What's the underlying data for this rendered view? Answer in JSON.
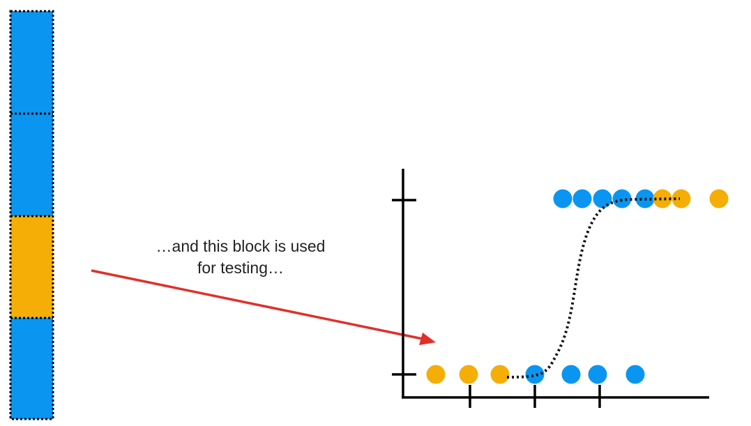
{
  "colors": {
    "blue": "#0a96f0",
    "orange": "#f5ae05",
    "axis": "#000000",
    "arrow": "#e0302a",
    "text": "#222222"
  },
  "blocks": [
    {
      "role": "train",
      "color": "blue"
    },
    {
      "role": "train",
      "color": "blue"
    },
    {
      "role": "test",
      "color": "orange"
    },
    {
      "role": "train",
      "color": "blue"
    }
  ],
  "annotation": {
    "line1": "…and this block is used",
    "line2": "for testing…"
  },
  "chart_data": {
    "type": "scatter",
    "curve": "logistic",
    "x_ticks": 3,
    "y_ticks": 2,
    "points": [
      {
        "row": "bottom",
        "color": "orange"
      },
      {
        "row": "bottom",
        "color": "orange"
      },
      {
        "row": "bottom",
        "color": "orange"
      },
      {
        "row": "bottom",
        "color": "blue"
      },
      {
        "row": "bottom",
        "color": "blue"
      },
      {
        "row": "bottom",
        "color": "blue"
      },
      {
        "row": "bottom",
        "color": "blue"
      },
      {
        "row": "top",
        "color": "blue"
      },
      {
        "row": "top",
        "color": "blue"
      },
      {
        "row": "top",
        "color": "blue"
      },
      {
        "row": "top",
        "color": "blue"
      },
      {
        "row": "top",
        "color": "blue"
      },
      {
        "row": "top",
        "color": "orange"
      },
      {
        "row": "top",
        "color": "orange"
      },
      {
        "row": "top",
        "color": "orange"
      }
    ]
  }
}
